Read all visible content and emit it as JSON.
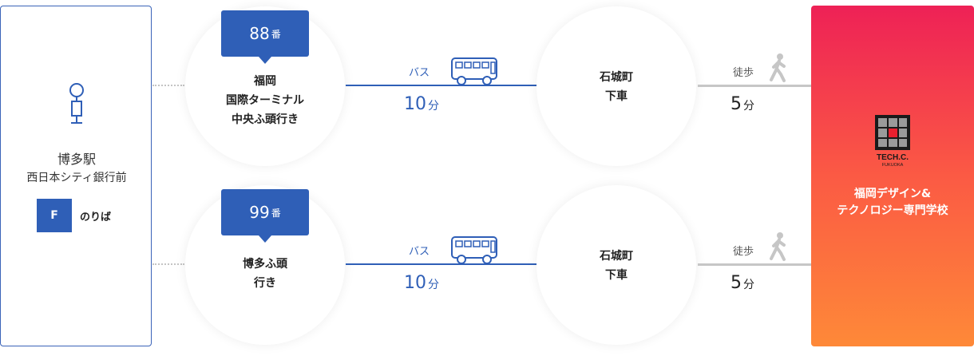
{
  "origin": {
    "icon": "bus-stop-icon",
    "name_line1": "博多駅",
    "name_line2": "西日本シティ銀行前",
    "platform_letter": "F",
    "platform_label": "のりば"
  },
  "routes": [
    {
      "number": "88",
      "number_suffix": "番",
      "destination_lines": [
        "福岡",
        "国際ターミナル",
        "中央ふ頭行き"
      ],
      "mode_label": "バス",
      "bus_duration": "10",
      "duration_unit": "分",
      "stop_lines": [
        "石城町",
        "下車"
      ],
      "walk_label": "徒歩",
      "walk_duration": "5",
      "walk_unit": "分"
    },
    {
      "number": "99",
      "number_suffix": "番",
      "destination_lines": [
        "博多ふ頭",
        "行き"
      ],
      "mode_label": "バス",
      "bus_duration": "10",
      "duration_unit": "分",
      "stop_lines": [
        "石城町",
        "下車"
      ],
      "walk_label": "徒歩",
      "walk_duration": "5",
      "walk_unit": "分"
    }
  ],
  "destination": {
    "logo_text": "TECH.C.",
    "logo_subtext": "FUKUOKA",
    "name_line1": "福岡デザイン&",
    "name_line2": "テクノロジー専門学校"
  },
  "colors": {
    "route_blue": "#2f5fb7",
    "walk_gray": "#c6c6c6",
    "dest_gradient_top": "#ee2156",
    "dest_gradient_bottom": "#fe8938"
  }
}
